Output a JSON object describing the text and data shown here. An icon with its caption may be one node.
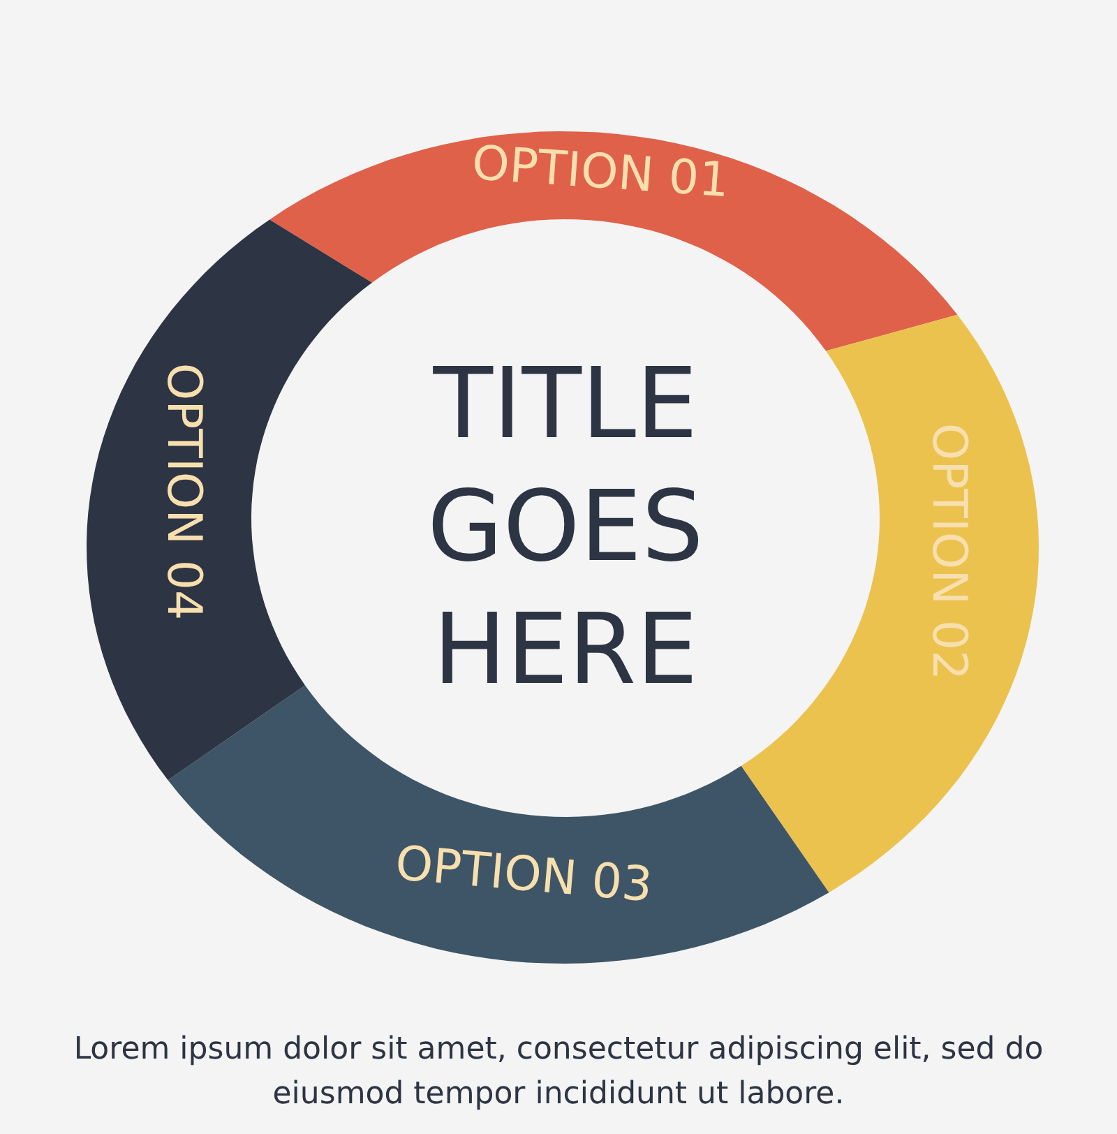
{
  "diagram": {
    "title": "TITLE GOES HERE",
    "caption": "Lorem ipsum dolor sit amet, consectetur adipiscing elit, sed do eiusmod tempor incididunt ut labore.",
    "nodes": [
      {
        "text": [
          "OPTION 01"
        ]
      },
      {
        "text": [
          "OPTION 02"
        ]
      },
      {
        "text": [
          "OPTION 03"
        ]
      },
      {
        "text": [
          "OPTION 04"
        ]
      }
    ]
  }
}
